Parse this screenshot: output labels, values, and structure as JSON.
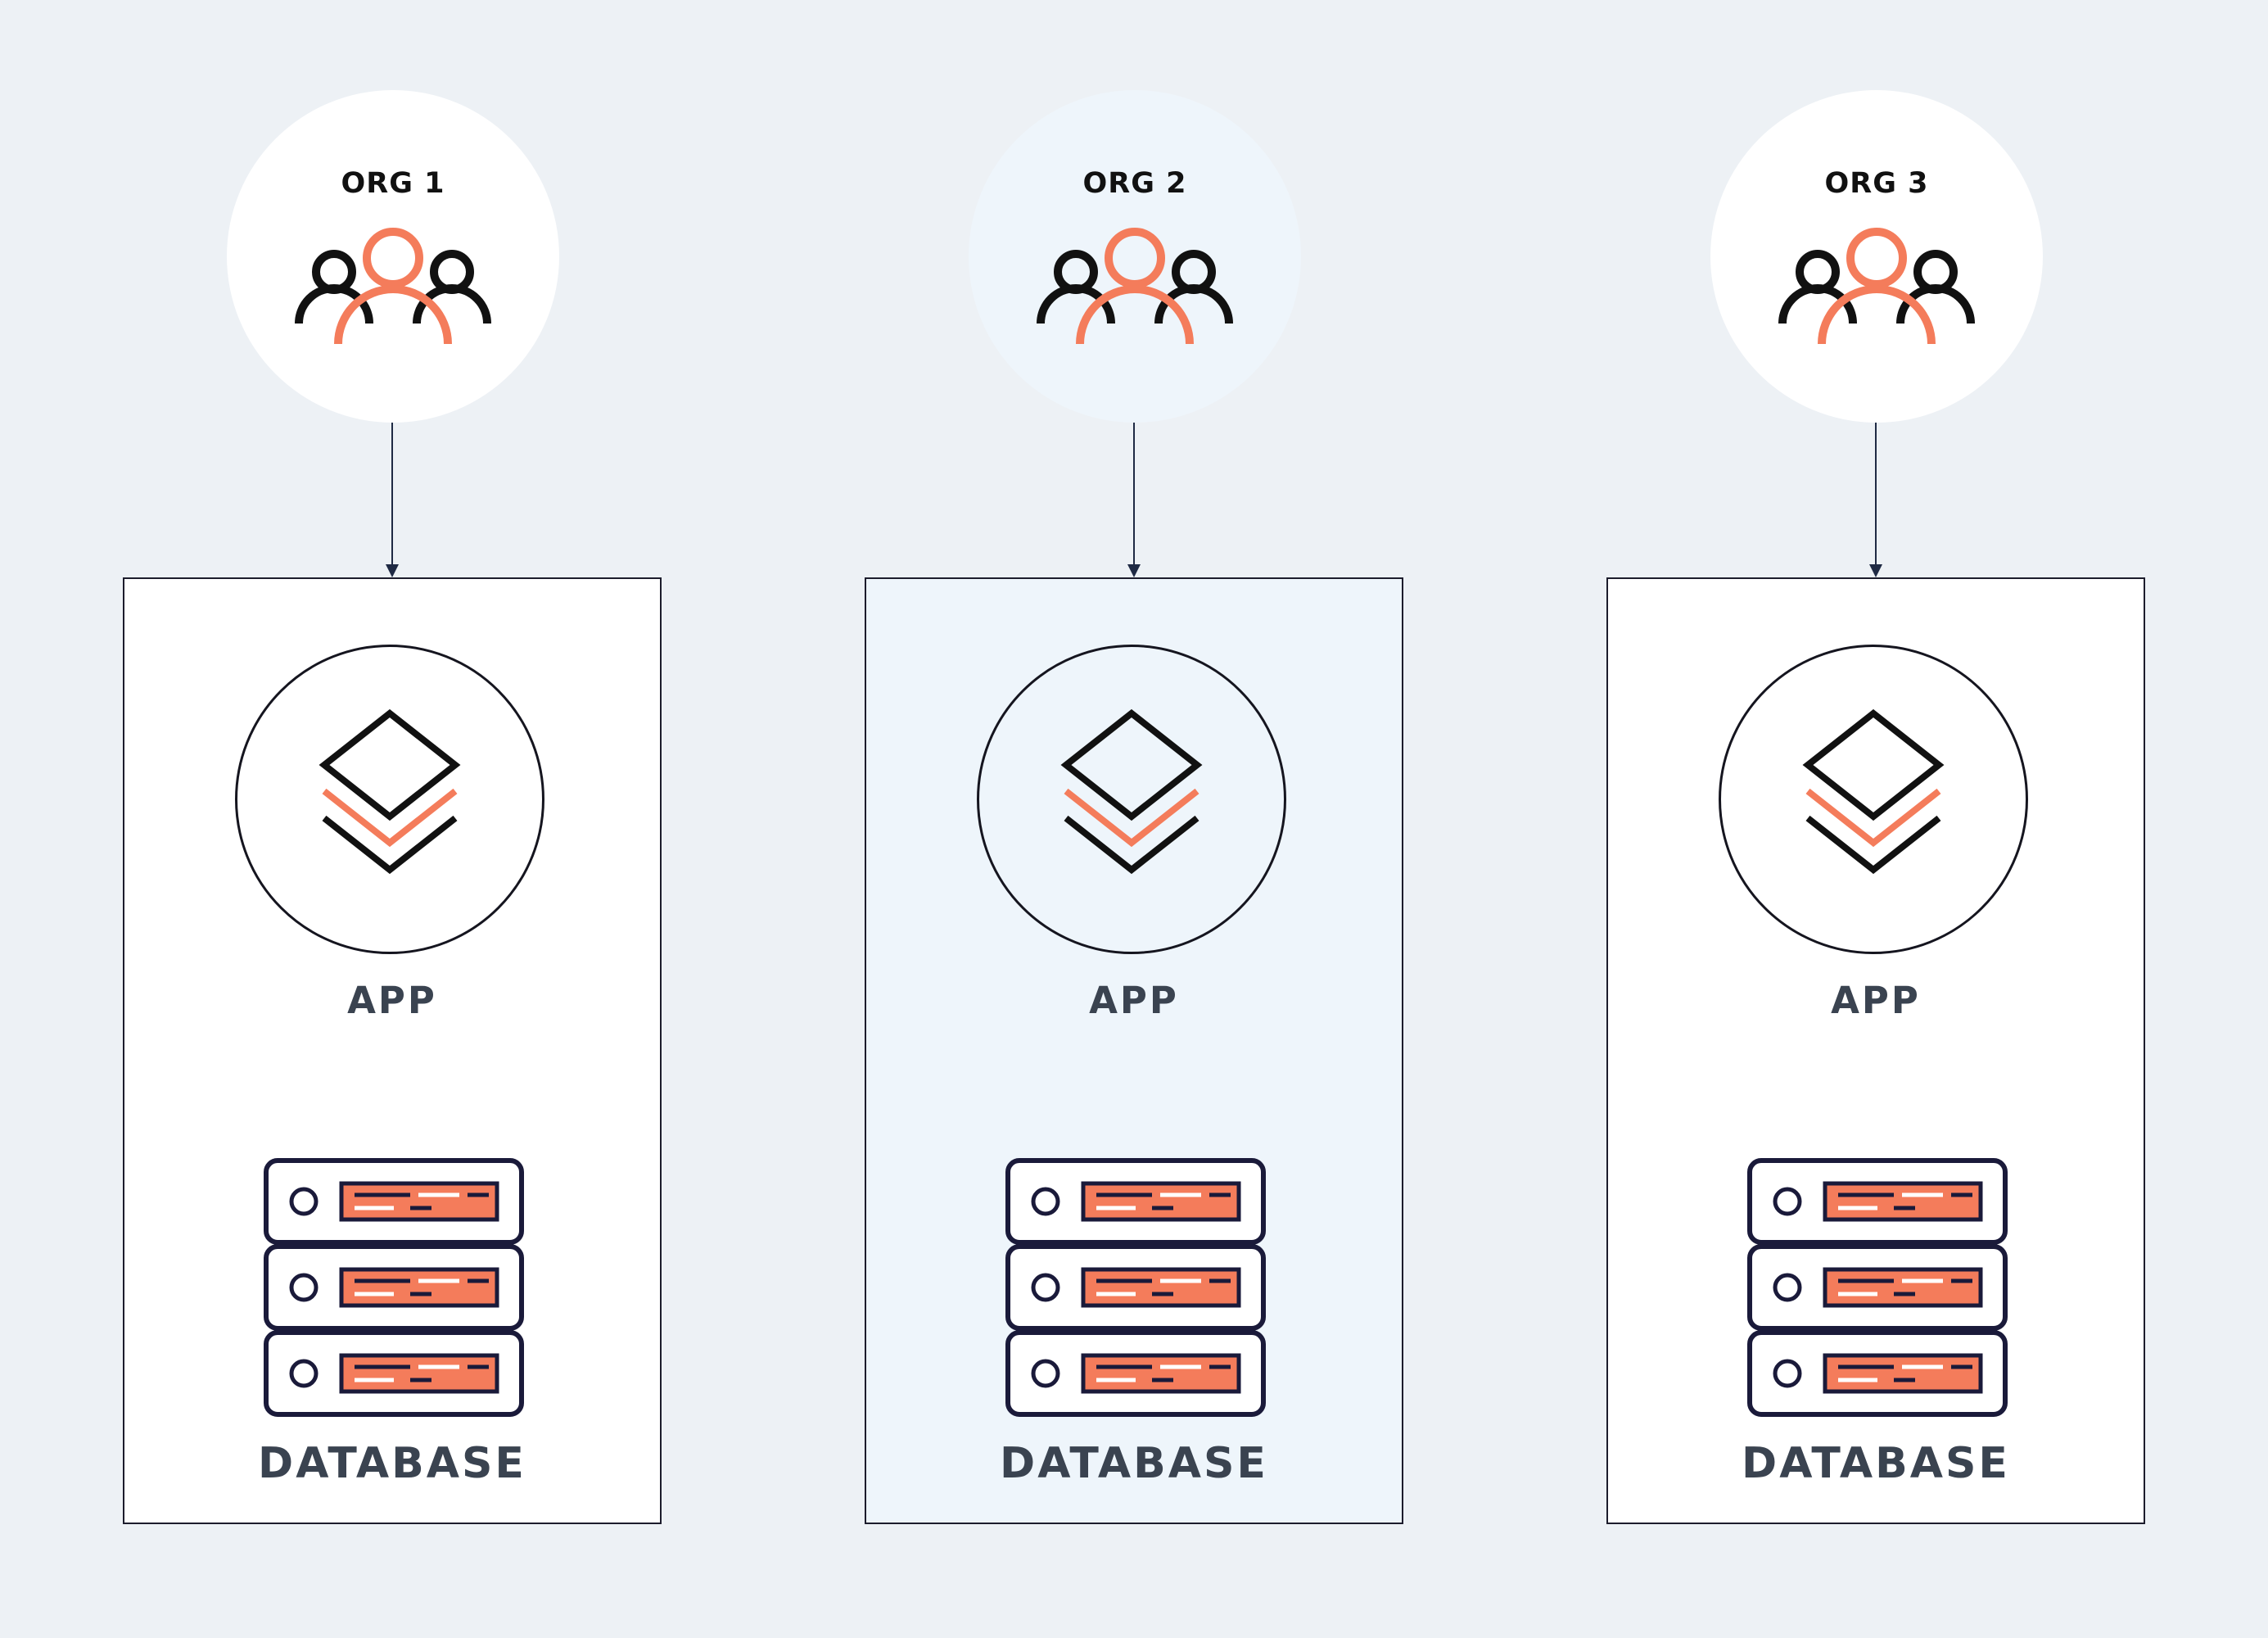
{
  "columns": [
    {
      "org": "ORG 1",
      "app": "APP",
      "database": "DATABASE",
      "tinted": false
    },
    {
      "org": "ORG 2",
      "app": "APP",
      "database": "DATABASE",
      "tinted": true
    },
    {
      "org": "ORG 3",
      "app": "APP",
      "database": "DATABASE",
      "tinted": false
    }
  ],
  "colors": {
    "background": "#edf1f5",
    "accent": "#f47c5b",
    "line": "#15151f",
    "label": "#3a4350",
    "tint": "#eef5fb"
  },
  "icons": {
    "org": "users-group-icon",
    "app": "layers-icon",
    "database": "server-stack-icon"
  }
}
